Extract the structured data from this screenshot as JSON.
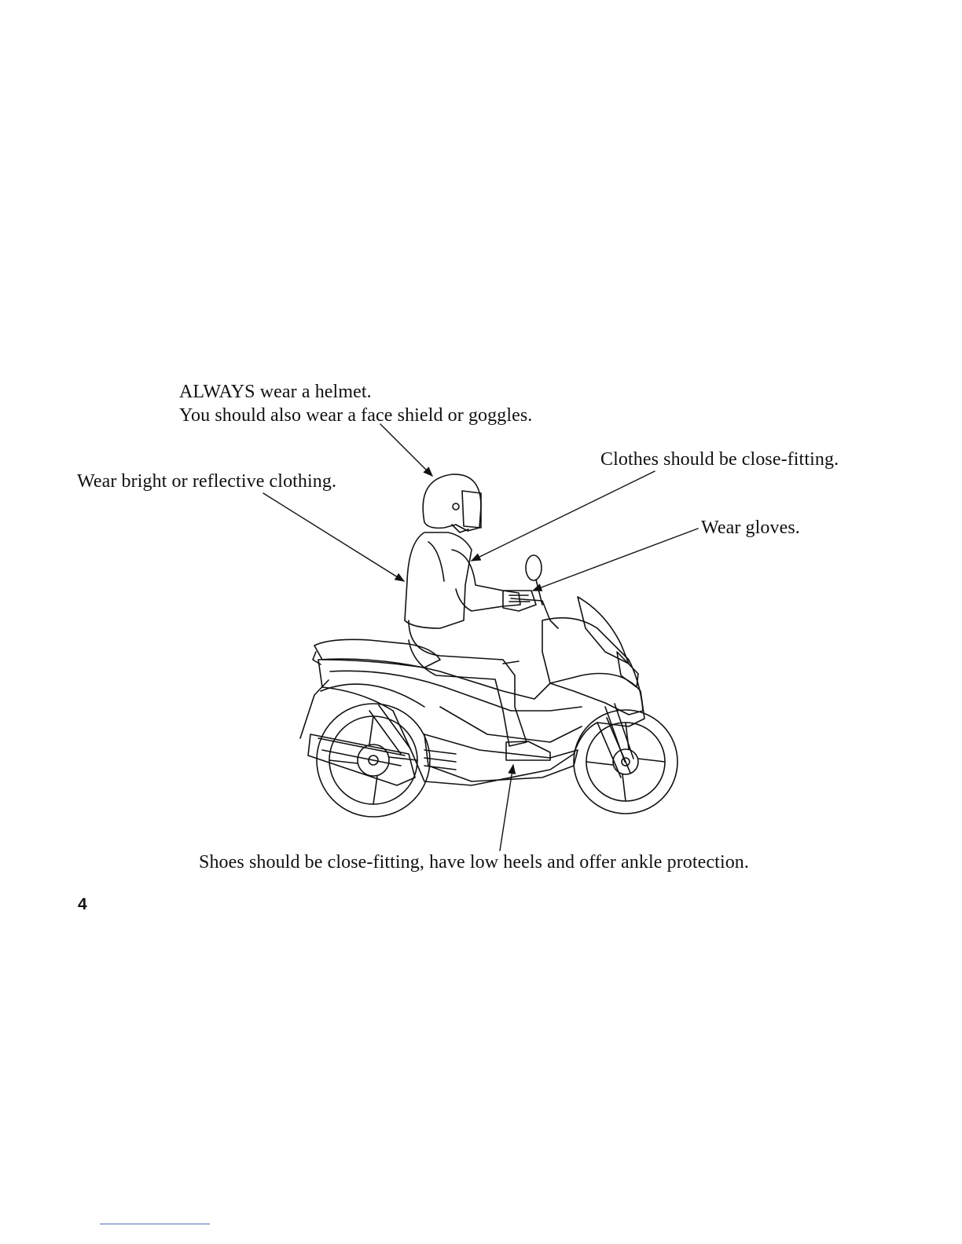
{
  "labels": {
    "helmet_line1": "ALWAYS wear a helmet.",
    "helmet_line2": "You should also wear a face shield or goggles.",
    "bright": "Wear bright or reflective clothing.",
    "clothes": "Clothes should be close-fitting.",
    "gloves": "Wear gloves.",
    "shoes": "Shoes should be close-fitting, have low heels and offer ankle protection."
  },
  "page_number": "4",
  "colors": {
    "ink": "#111111",
    "footer_rule": "#4a6fb3"
  }
}
